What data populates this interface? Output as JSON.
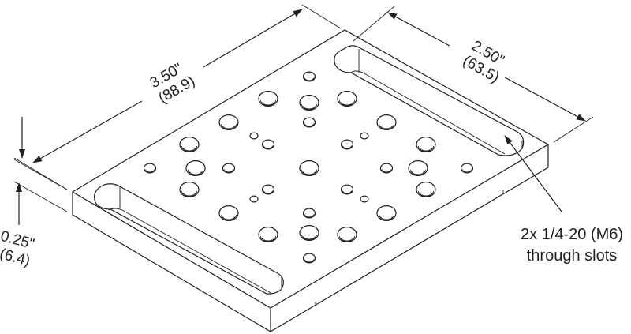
{
  "dimensions": {
    "length": {
      "imperial": "3.50\"",
      "metric": "(88.9)"
    },
    "width": {
      "imperial": "2.50\"",
      "metric": "(63.5)"
    },
    "thickness": {
      "imperial": "0.25\"",
      "metric": "(6.4)"
    }
  },
  "callout": {
    "line1": "2x 1/4-20 (M6)",
    "line2": "through slots"
  },
  "colors": {
    "line": "#231f20",
    "background": "#ffffff"
  }
}
